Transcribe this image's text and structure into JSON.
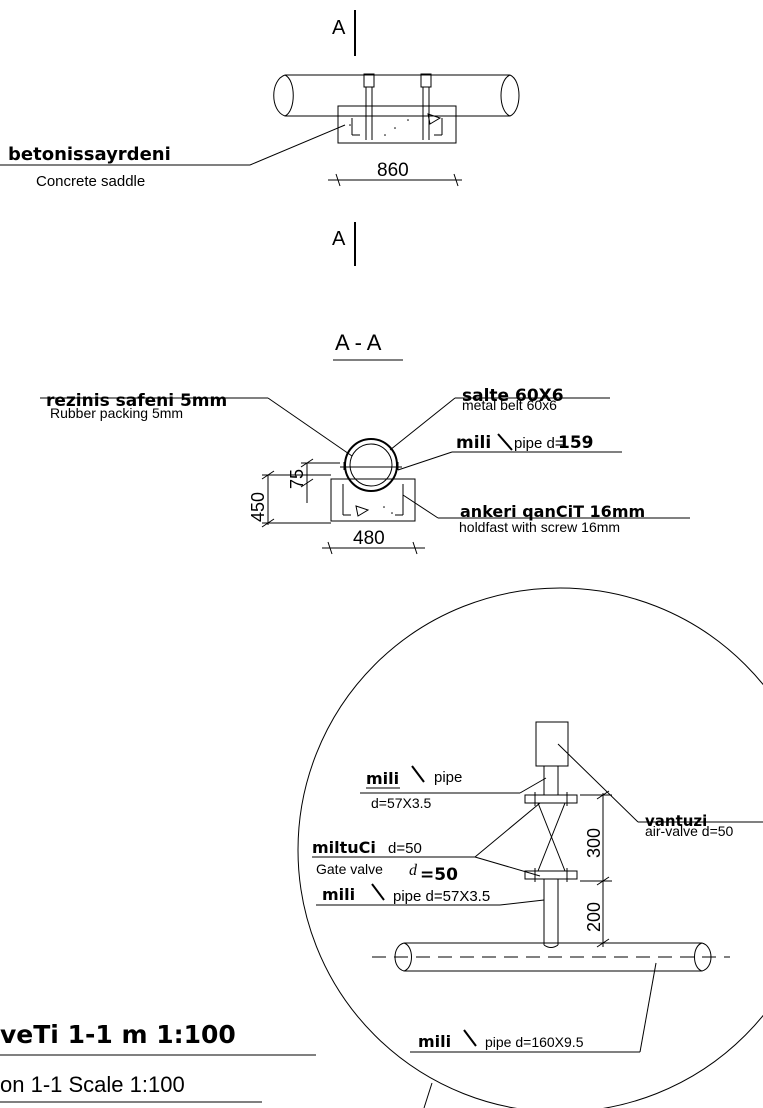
{
  "top_view": {
    "section_marker": "A",
    "dimension_width": "860",
    "saddle_label_ka": "betonissayrdeni",
    "saddle_label_en": "Concrete saddle"
  },
  "section_aa": {
    "title": "A - A",
    "rubber_label_ka": "rezinis safeni 5mm",
    "rubber_label_en": "Rubber packing 5mm",
    "belt_label_ka": "salte 60X6",
    "belt_label_en": "metal belt 60x6",
    "pipe_label_ka": "mili",
    "pipe_label_en": "pipe d=",
    "pipe_label_value": "159",
    "anchor_label_ka": "ankeri qanCiT 16mm",
    "anchor_label_en": "holdfast with screw 16mm",
    "dim_height": "450",
    "dim_inner": "75",
    "dim_width": "480"
  },
  "detail_view": {
    "pipe_top_ka": "mili",
    "pipe_top_en": "pipe",
    "pipe_top_size": "d=57X3.5",
    "valve_ka": "miltuCi",
    "valve_size": "d=50",
    "valve_en": "Gate valve",
    "valve_d_symbol": "d",
    "valve_d_value": "=50",
    "pipe_mid_ka": "mili",
    "pipe_mid_en": "pipe d=57X3.5",
    "airvalve_ka": "vantuzi",
    "airvalve_en": "air-valve d=50",
    "dim_300": "300",
    "dim_200": "200",
    "main_pipe_ka": "mili",
    "main_pipe_en": "pipe d=160X9.5"
  },
  "title_block": {
    "title_ka": "veTi 1-1 m 1:100",
    "title_en": "on 1-1 Scale 1:100"
  }
}
